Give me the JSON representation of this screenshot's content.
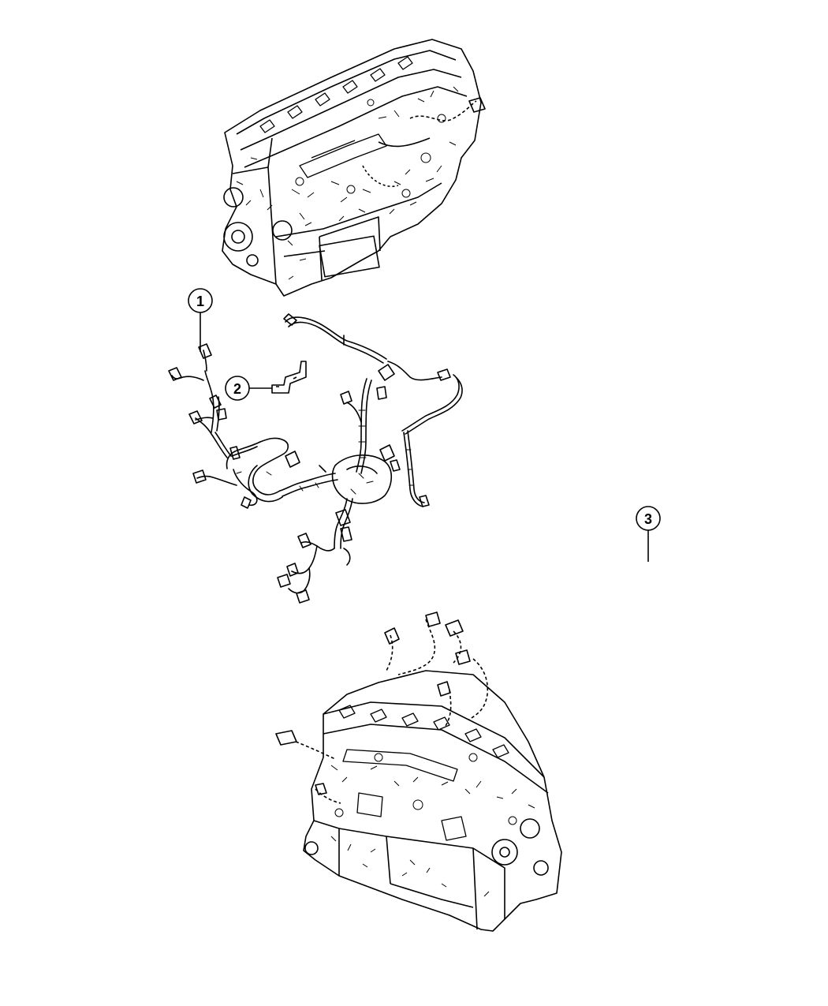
{
  "callouts": [
    {
      "id": "callout-1",
      "number": "1"
    },
    {
      "id": "callout-2",
      "number": "2"
    },
    {
      "id": "callout-3",
      "number": "3"
    }
  ],
  "colors": {
    "line": "#000000",
    "background": "#ffffff"
  }
}
